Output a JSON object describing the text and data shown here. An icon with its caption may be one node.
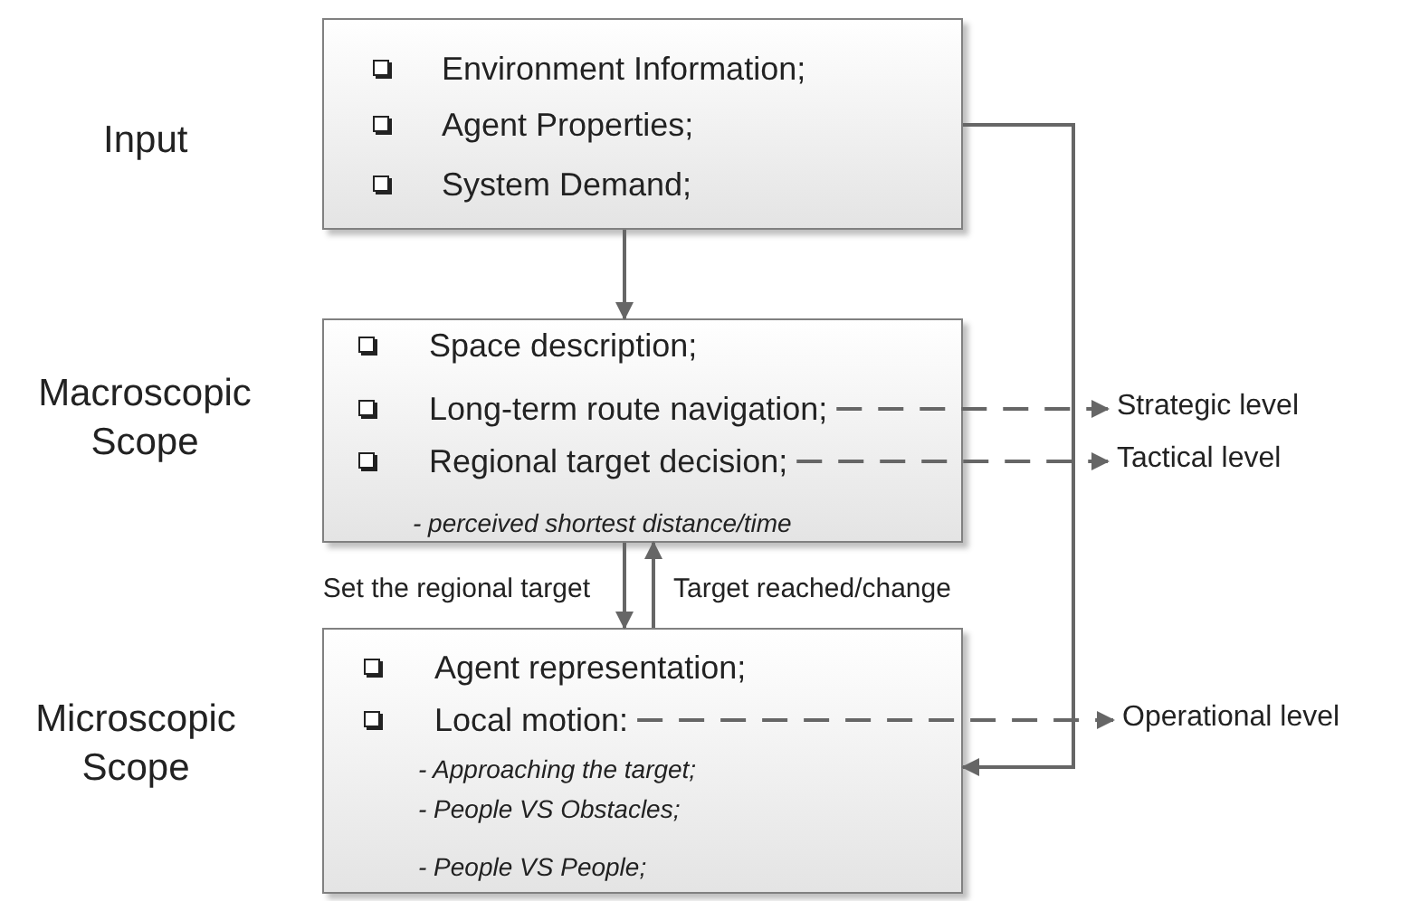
{
  "diagram": {
    "nodes": [
      {
        "text": [
          "Environment Information;",
          "Agent Properties;",
          "System Demand;"
        ]
      },
      {
        "text": [
          "Space description;",
          "- perceived shortest distance/time"
        ],
        "beside": [
          "Macroscopic Scope"
        ]
      },
      {
        "text": [
          "Long-term route navigation;"
        ],
        "in": 1
      },
      {
        "text": [
          "Regional target decision;"
        ],
        "in": 1
      },
      {
        "text": [
          "Strategic level"
        ]
      },
      {
        "text": [
          "Tactical level"
        ]
      },
      {
        "text": [
          "Agent representation;",
          "- Approaching the target;",
          "- People VS Obstacles;",
          "- People VS People;"
        ],
        "beside": [
          "Microscopic Scope"
        ]
      },
      {
        "text": [
          "Local motion:"
        ],
        "in": 6
      },
      {
        "text": [
          "Operational level"
        ]
      }
    ],
    "edges": [
      {
        "from": 0,
        "to": 1,
        "arrow": "to"
      },
      {
        "from": 1,
        "to": 6,
        "arrow": "to",
        "label": "Set the regional target"
      },
      {
        "from": 6,
        "to": 1,
        "arrow": "to",
        "label": "Target reached/change"
      },
      {
        "from": 0,
        "to": 6,
        "arrow": "to"
      },
      {
        "from": 2,
        "to": 4,
        "arrow": "to",
        "style": "dashed"
      },
      {
        "from": 3,
        "to": 5,
        "arrow": "to",
        "style": "dashed"
      },
      {
        "from": 7,
        "to": 8,
        "arrow": "to",
        "style": "dashed"
      }
    ],
    "labels": [
      "Input"
    ]
  }
}
